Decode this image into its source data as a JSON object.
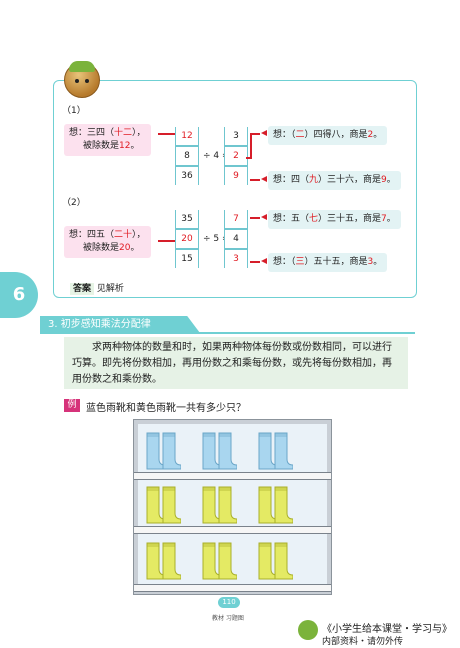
{
  "part1": {
    "label": "（1）",
    "left_note_line1_a": "想：三四（",
    "left_note_line1_b": "十二",
    "left_note_line1_c": "），",
    "left_note_line2_a": "被除数是",
    "left_note_line2_b": "12",
    "left_note_line2_c": "。",
    "dividend_column": [
      "12",
      "8",
      "36"
    ],
    "op": "÷ 4 =",
    "quotient_column": [
      "3",
      "2",
      "9"
    ],
    "right_notes": [
      {
        "a": "想：（",
        "b": "二",
        "c": "）四得八，商是",
        "d": "2",
        "e": "。"
      },
      {
        "a": "想：四（",
        "b": "九",
        "c": "）三十六，商是",
        "d": "9",
        "e": "。"
      }
    ]
  },
  "part2": {
    "label": "（2）",
    "left_note_line1_a": "想：四五（",
    "left_note_line1_b": "二十",
    "left_note_line1_c": "），",
    "left_note_line2_a": "被除数是",
    "left_note_line2_b": "20",
    "left_note_line2_c": "。",
    "dividend_column": [
      "35",
      "20",
      "15"
    ],
    "op": "÷ 5 =",
    "quotient_column": [
      "7",
      "4",
      "3"
    ],
    "right_notes": [
      {
        "a": "想：五（",
        "b": "七",
        "c": "）三十五，商是",
        "d": "7",
        "e": "。"
      },
      {
        "a": "想：（",
        "b": "三",
        "c": "）五十五，商是",
        "d": "3",
        "e": "。"
      }
    ]
  },
  "answer": {
    "label": "答案",
    "text": "见解析"
  },
  "page_tab": "6",
  "section_title": "3. 初步感知乘法分配律",
  "rule_text": "求两种物体的数量和时，如果两种物体每份数或份数相同，可以进行巧算。即先将份数相加，再用份数之和乘每份数，或先将每份数相加，再用份数之和乘份数。",
  "example": {
    "label": "例",
    "question": "蓝色雨靴和黄色雨靴一共有多少只？"
  },
  "page_number": "110",
  "footer_small": "教材 习题图",
  "footer_book_line1": "《小学生给本课堂・学习与》",
  "footer_book_line2": "内部资料・请勿外传",
  "colors": {
    "accent": "#6fd0d3",
    "red": "#e01b22",
    "blue_boot": "#a9d6ef",
    "yellow_boot": "#e4ea64"
  }
}
